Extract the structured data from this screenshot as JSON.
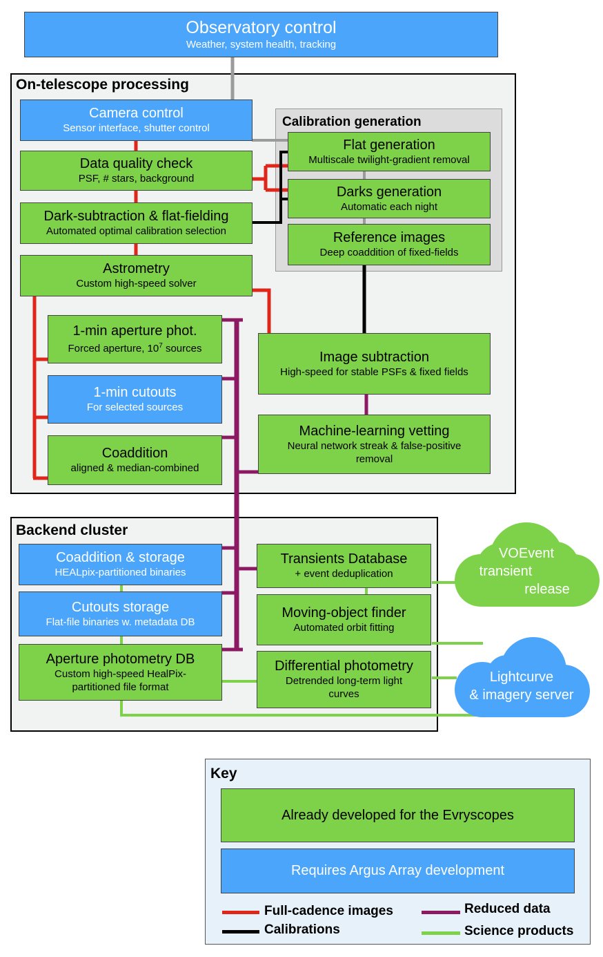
{
  "colors": {
    "developed": "#7ed24a",
    "argus_dev": "#4aa5fb",
    "full_cadence": "#e0261a",
    "calibrations": "#000000",
    "reduced": "#8b1a62",
    "science": "#7ed24a",
    "control": "#9b9b9b"
  },
  "nodes": {
    "observatory": {
      "title": "Observatory control",
      "sub": "Weather, system health, tracking"
    },
    "camera": {
      "title": "Camera control",
      "sub": "Sensor interface, shutter control"
    },
    "dq": {
      "title": "Data quality check",
      "sub": "PSF, # stars, background"
    },
    "darkflat": {
      "title": "Dark-subtraction & flat-fielding",
      "sub": "Automated optimal calibration selection"
    },
    "astrometry": {
      "title": "Astrometry",
      "sub": "Custom high-speed solver"
    },
    "aperture1": {
      "title": "1-min aperture phot.",
      "sub_a": "Forced aperture, 10",
      "sub_sup": "7",
      "sub_b": " sources"
    },
    "cutouts1": {
      "title": "1-min cutouts",
      "sub": "For selected sources"
    },
    "coadd1": {
      "title": "Coaddition",
      "sub": "aligned & median-combined"
    },
    "flatgen": {
      "title": "Flat generation",
      "sub": "Multiscale twilight-gradient removal"
    },
    "darksgen": {
      "title": "Darks generation",
      "sub": "Automatic each night"
    },
    "refimg": {
      "title": "Reference images",
      "sub": "Deep coaddition of fixed-fields"
    },
    "imgsub": {
      "title": "Image subtraction",
      "sub": "High-speed for stable PSFs & fixed fields"
    },
    "mlvet": {
      "title": "Machine-learning vetting",
      "sub": "Neural network streak & false-positive removal"
    },
    "coaddstore": {
      "title": "Coaddition & storage",
      "sub": "HEALpix-partitioned binaries"
    },
    "cutstore": {
      "title": "Cutouts storage",
      "sub": "Flat-file binaries w. metadata DB"
    },
    "apdb": {
      "title": "Aperture photometry DB",
      "sub": "Custom high-speed HealPix-partitioned file format"
    },
    "transdb": {
      "title": "Transients Database",
      "sub": "+ event deduplication"
    },
    "moving": {
      "title": "Moving-object finder",
      "sub": "Automated orbit fitting"
    },
    "diffphot": {
      "title": "Differential photometry",
      "sub": "Detrended long-term light curves"
    }
  },
  "groups": {
    "on_telescope": "On-telescope processing",
    "calibration": "Calibration generation",
    "backend": "Backend cluster",
    "key": "Key"
  },
  "clouds": {
    "voevent": {
      "line1": "VOEvent",
      "line2": "transient",
      "line3": "release"
    },
    "lightcurve": {
      "line1": "Lightcurve",
      "line2": "& imagery server"
    }
  },
  "key": {
    "developed": "Already developed for the Evryscopes",
    "argus_dev": "Requires Argus Array development",
    "full_cadence": "Full-cadence images",
    "calibrations": "Calibrations",
    "reduced": "Reduced data",
    "science": "Science products"
  }
}
